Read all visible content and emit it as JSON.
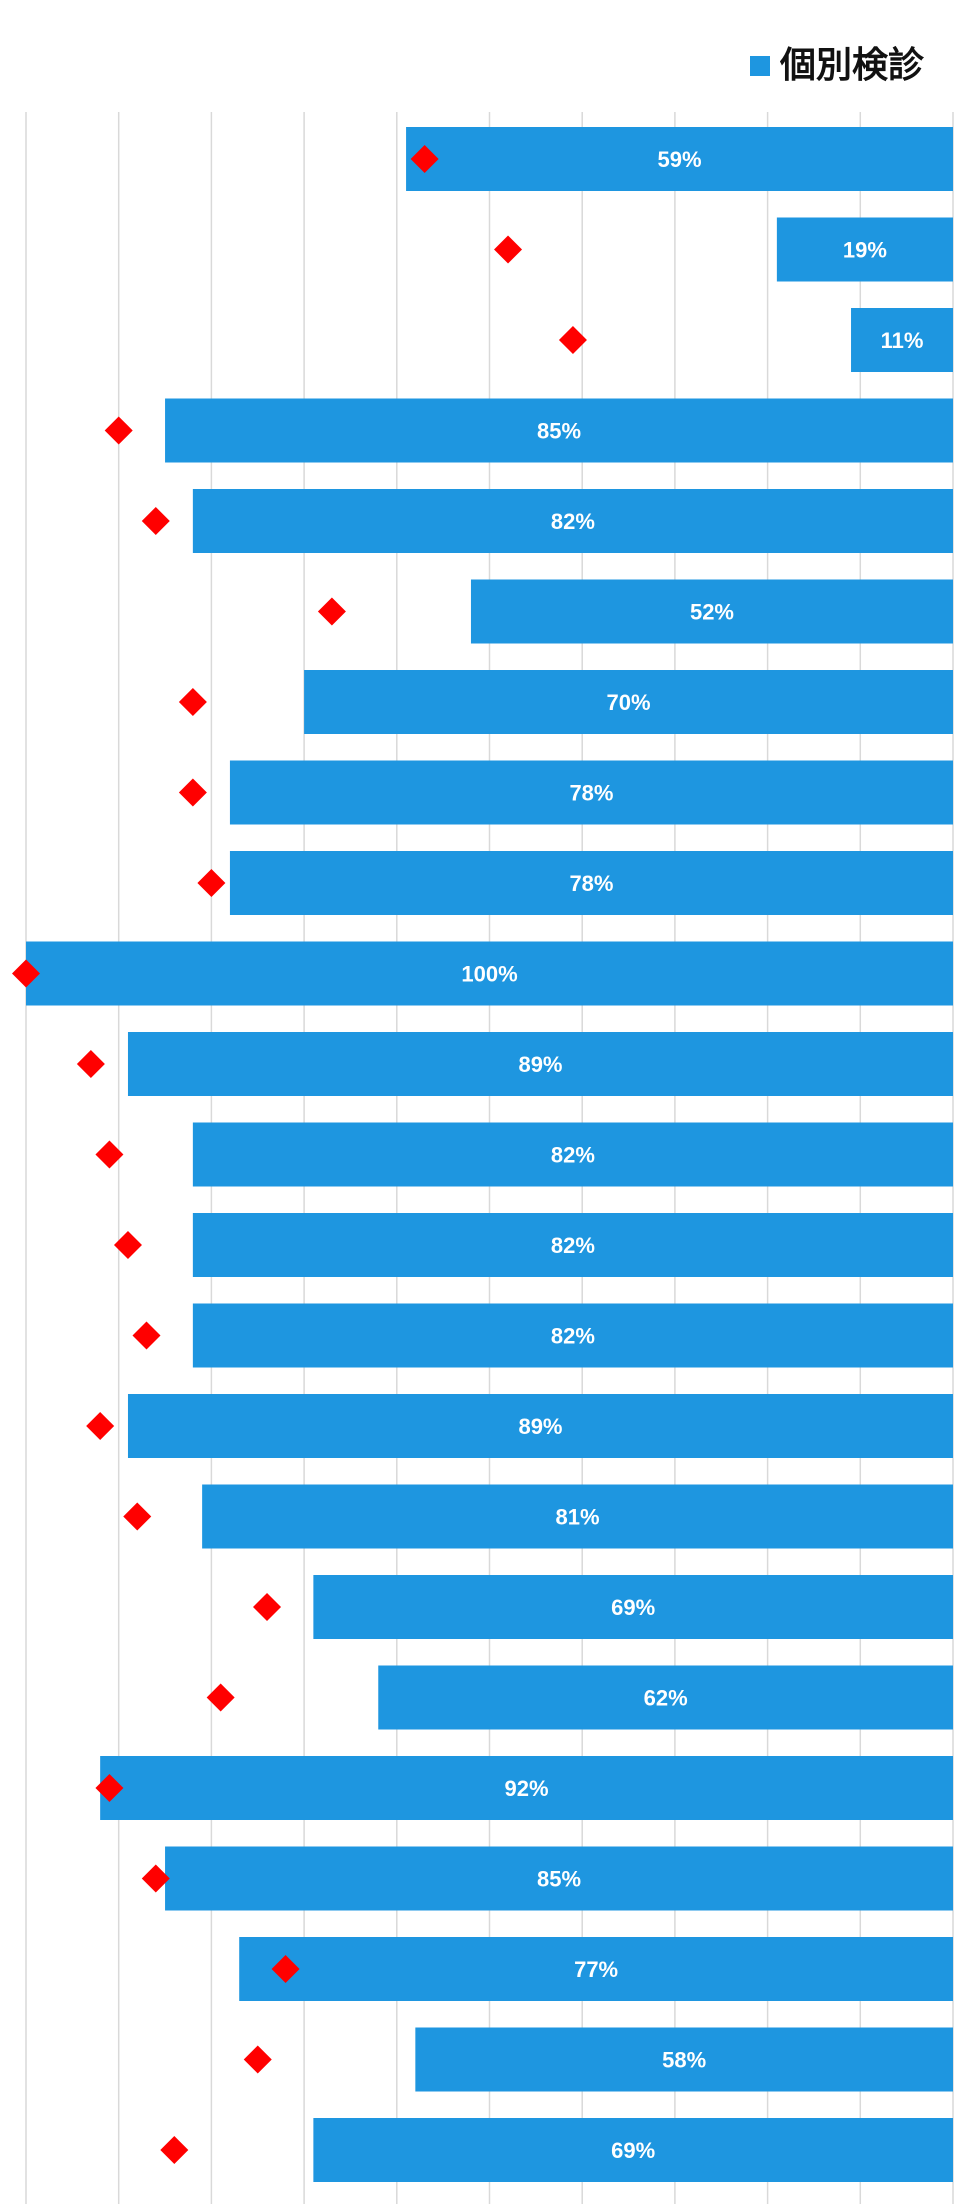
{
  "chart_data": {
    "type": "bar",
    "orientation": "horizontal",
    "direction": "right-to-left",
    "x_range": [
      0,
      100
    ],
    "grid": true,
    "legend_position": "top-right",
    "series": [
      {
        "name": "個別検診",
        "color": "#1e96e0",
        "values": [
          59,
          19,
          11,
          85,
          82,
          52,
          70,
          78,
          78,
          100,
          89,
          82,
          82,
          82,
          89,
          81,
          69,
          62,
          92,
          85,
          77,
          58,
          69
        ],
        "labels": [
          "59%",
          "19%",
          "11%",
          "85%",
          "82%",
          "52%",
          "70%",
          "78%",
          "78%",
          "100%",
          "89%",
          "82%",
          "82%",
          "82%",
          "89%",
          "81%",
          "69%",
          "62%",
          "92%",
          "85%",
          "77%",
          "58%",
          "69%"
        ]
      }
    ],
    "markers": {
      "shape": "diamond",
      "color": "#ff0000",
      "values": [
        57,
        48,
        41,
        90,
        86,
        67,
        82,
        82,
        80,
        100,
        93,
        91,
        89,
        87,
        92,
        88,
        74,
        79,
        91,
        86,
        72,
        75,
        84
      ]
    }
  }
}
